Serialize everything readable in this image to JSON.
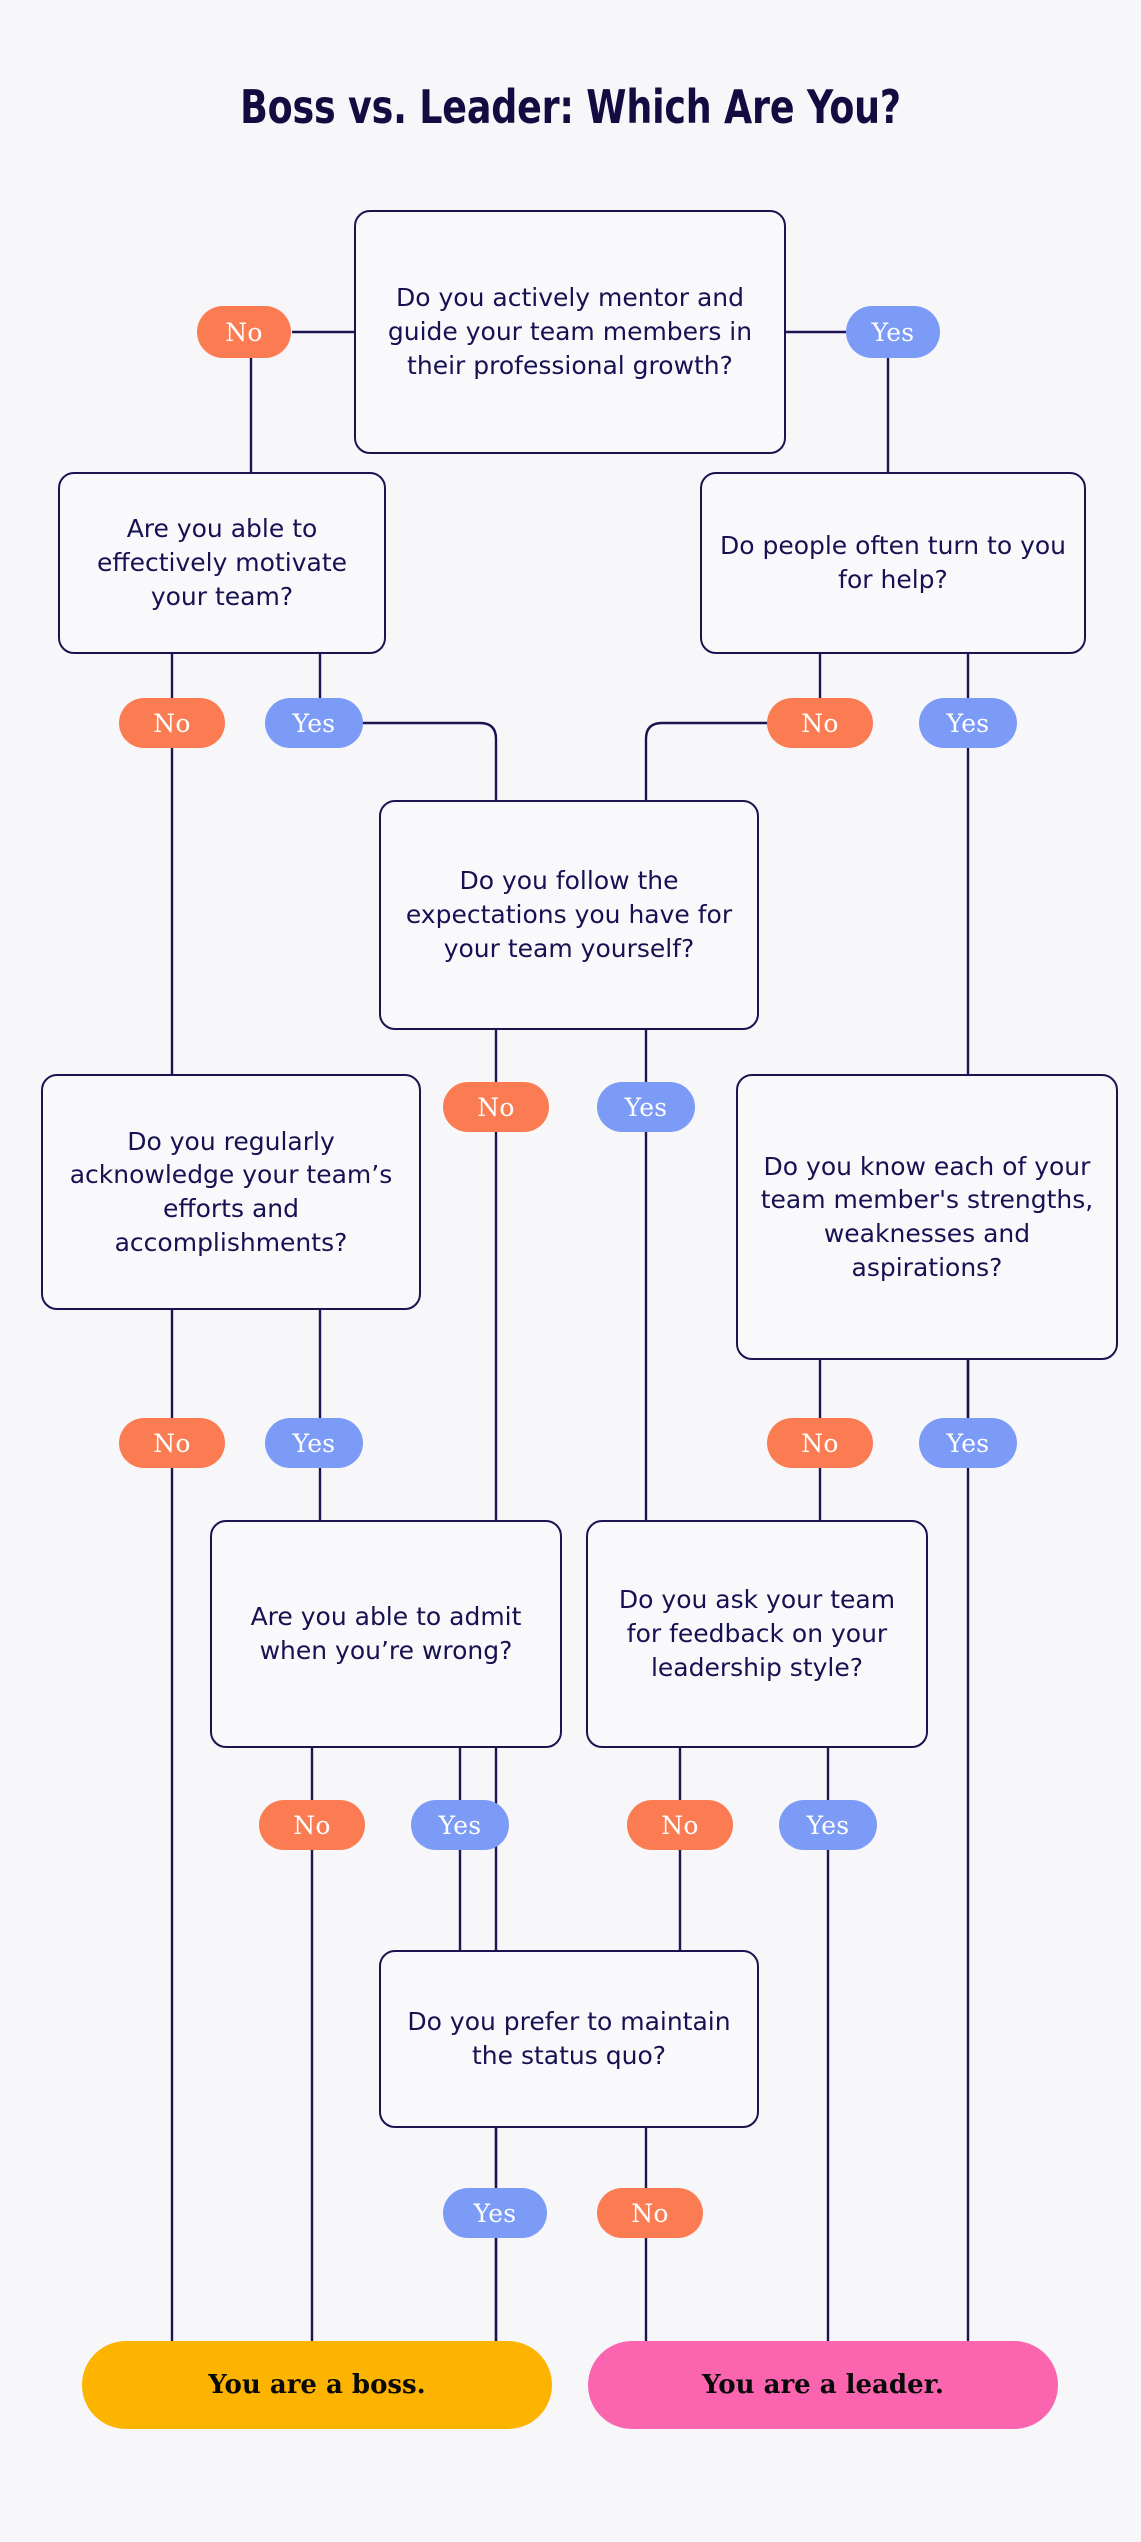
{
  "page": {
    "title": "Boss vs. Leader: Which Are You?",
    "background_color": "#F7F7FA",
    "ink_color": "#171152",
    "yes_color": "#7C9BF7",
    "no_color": "#FB7C53",
    "boss_color": "#FCB400",
    "leader_color": "#FB64AE"
  },
  "questions": [
    {
      "id": "q1",
      "text": "Do you actively mentor and guide your team members in their professional growth?"
    },
    {
      "id": "q2",
      "text": "Are you able to effectively motivate your team?"
    },
    {
      "id": "q3",
      "text": "Do people often turn to you for help?"
    },
    {
      "id": "q4",
      "text": "Do you follow the expectations you have for your team yourself?"
    },
    {
      "id": "q5",
      "text": "Do you regularly acknowledge your team’s efforts and accomplishments?"
    },
    {
      "id": "q6",
      "text": "Do you know each of your team member's strengths, weaknesses and aspirations?"
    },
    {
      "id": "q7",
      "text": "Are you able to admit when you’re wrong?"
    },
    {
      "id": "q8",
      "text": "Do you ask your team for feedback on your leadership style?"
    },
    {
      "id": "q9",
      "text": "Do you prefer to maintain the status quo?"
    }
  ],
  "answers": {
    "yes": "Yes",
    "no": "No",
    "q1_no": "No",
    "q1_yes": "Yes",
    "q2_no": "No",
    "q2_yes": "Yes",
    "q3_no": "No",
    "q3_yes": "Yes",
    "q4_no": "No",
    "q4_yes": "Yes",
    "q5_no": "No",
    "q5_yes": "Yes",
    "q6_no": "No",
    "q6_yes": "Yes",
    "q7_no": "No",
    "q7_yes": "Yes",
    "q8_no": "No",
    "q8_yes": "Yes",
    "q9_yes": "Yes",
    "q9_no": "No"
  },
  "results": {
    "boss": "You are a boss.",
    "leader": "You are a leader."
  }
}
